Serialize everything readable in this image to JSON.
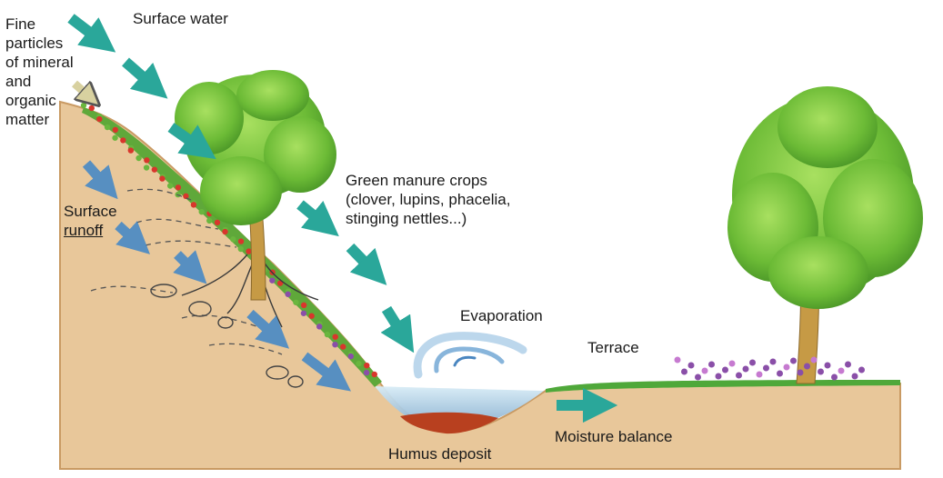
{
  "labels": {
    "fine_particles": [
      "Fine",
      "particles",
      "of mineral",
      "and",
      "organic",
      "matter"
    ],
    "surface_water": "Surface water",
    "surface_runoff_1": "Surface",
    "surface_runoff_2": "runoff",
    "green_manure": [
      "Green manure crops",
      "(clover, lupins, phacelia,",
      "stinging nettles...)"
    ],
    "evaporation": "Evaporation",
    "terrace": "Terrace",
    "humus_deposit": "Humus deposit",
    "moisture_balance": "Moisture balance"
  },
  "colors": {
    "soil": "#e8c79a",
    "soil_edge": "#c99a63",
    "water": "#8fb6d6",
    "humus": "#b8401f",
    "teal_arrow": "#2aa79a",
    "blue_arrow": "#3e86c8",
    "leaf_dark": "#4f9a2a",
    "leaf_light": "#8fd14a",
    "trunk": "#c69a45",
    "crop_purple": "#8a4fa8",
    "crop_red": "#d8362c",
    "grass": "#4fa83a"
  },
  "icons": [
    "teal-arrow-icon",
    "blue-arrow-icon",
    "evaporation-swirl-icon",
    "tree-icon"
  ]
}
